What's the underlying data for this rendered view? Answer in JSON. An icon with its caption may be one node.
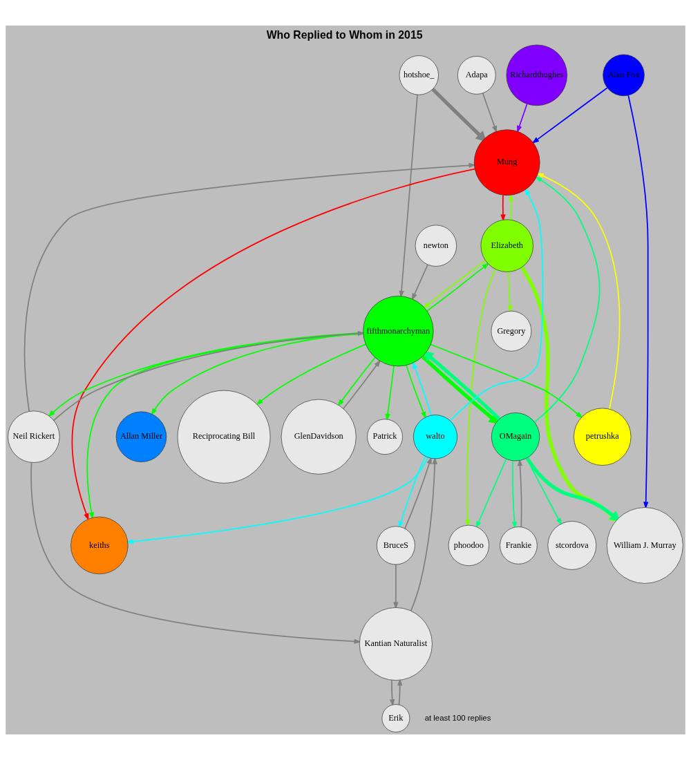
{
  "diagram": {
    "title": "Who Replied to Whom in 2015",
    "caption": "at least 100 replies",
    "nodes": [
      {
        "text": [
          "Richardthughes"
        ]
      },
      {
        "text": [
          "Adapa"
        ]
      },
      {
        "text": [
          "Alan Fox"
        ]
      },
      {
        "text": [
          "Gregory"
        ]
      },
      {
        "text": [
          "hotshoe_"
        ]
      },
      {
        "text": [
          "Reciprocating Bill"
        ]
      },
      {
        "text": [
          "petrushka"
        ]
      },
      {
        "text": [
          "Mung"
        ]
      },
      {
        "text": [
          "William J. Murray"
        ]
      },
      {
        "text": [
          "newton"
        ]
      },
      {
        "text": [
          "Elizabeth"
        ]
      },
      {
        "text": [
          "fifthmonarchyman"
        ]
      },
      {
        "text": [
          "GlenDavidson"
        ]
      },
      {
        "text": [
          "phoodoo"
        ]
      },
      {
        "text": [
          "Patrick"
        ]
      },
      {
        "text": [
          "keiths"
        ]
      },
      {
        "text": [
          "OMagain"
        ]
      },
      {
        "text": [
          "Neil Rickert"
        ]
      },
      {
        "text": [
          "Allan Miller"
        ]
      },
      {
        "text": [
          "walto"
        ]
      },
      {
        "text": [
          "stcordova"
        ]
      },
      {
        "text": [
          "Frankie"
        ]
      },
      {
        "text": [
          "BruceS"
        ]
      },
      {
        "text": [
          "Kantian Naturalist"
        ]
      },
      {
        "text": [
          "Erik"
        ]
      }
    ],
    "edges": [
      {
        "from": 1,
        "to": 7,
        "arrow": "to"
      },
      {
        "from": 0,
        "to": 7,
        "arrow": "to",
        "color": "#7f00ff"
      },
      {
        "from": 2,
        "to": 7,
        "arrow": "to",
        "color": "#0000ff"
      },
      {
        "from": 2,
        "to": 8,
        "arrow": "to",
        "color": "#0000ff"
      },
      {
        "from": 4,
        "to": 7,
        "arrow": "to",
        "style": "thick"
      },
      {
        "from": 4,
        "to": 11,
        "arrow": "to"
      },
      {
        "from": 6,
        "to": 7,
        "arrow": "to",
        "color": "#ffff00"
      },
      {
        "from": 10,
        "to": 3,
        "arrow": "to",
        "color": "#7fff00"
      },
      {
        "from": 10,
        "to": 8,
        "arrow": "to",
        "style": "thick",
        "color": "#7fff00"
      },
      {
        "from": 16,
        "to": 8,
        "arrow": "to",
        "style": "thick",
        "color": "#00ff7f"
      },
      {
        "from": 10,
        "to": 7,
        "arrow": "to",
        "color": "#7fff00"
      },
      {
        "from": 7,
        "to": 10,
        "arrow": "to",
        "color": "#ff0000"
      },
      {
        "from": 10,
        "to": 13,
        "arrow": "to",
        "color": "#7fff00"
      },
      {
        "from": 10,
        "to": 11,
        "arrow": "to",
        "color": "#7fff00"
      },
      {
        "from": 11,
        "to": 10,
        "arrow": "to",
        "color": "#00ff00"
      },
      {
        "from": 16,
        "to": 7,
        "arrow": "to",
        "color": "#00ff7f"
      },
      {
        "from": 16,
        "to": 11,
        "arrow": "to",
        "style": "thick",
        "color": "#00ff7f"
      },
      {
        "from": 11,
        "to": 16,
        "arrow": "to",
        "style": "thick",
        "color": "#00ff00"
      },
      {
        "from": 16,
        "to": 13,
        "arrow": "to",
        "color": "#00ff7f"
      },
      {
        "from": 16,
        "to": 20,
        "arrow": "to",
        "color": "#00ff7f"
      },
      {
        "from": 16,
        "to": 21,
        "arrow": "to",
        "color": "#00ff7f"
      },
      {
        "from": 21,
        "to": 16,
        "arrow": "to"
      },
      {
        "from": 7,
        "to": 15,
        "arrow": "to",
        "color": "#ff0000"
      },
      {
        "from": 19,
        "to": 7,
        "arrow": "to",
        "color": "#00ffff"
      },
      {
        "from": 19,
        "to": 15,
        "arrow": "to",
        "color": "#00ffff"
      },
      {
        "from": 17,
        "to": 7,
        "arrow": "to"
      },
      {
        "from": 17,
        "to": 11,
        "arrow": "to"
      },
      {
        "from": 11,
        "to": 17,
        "arrow": "to",
        "color": "#00ff00"
      },
      {
        "from": 11,
        "to": 15,
        "arrow": "to",
        "color": "#00ff00"
      },
      {
        "from": 11,
        "to": 19,
        "arrow": "to",
        "color": "#00ff00"
      },
      {
        "from": 19,
        "to": 11,
        "arrow": "to",
        "color": "#00ffff"
      },
      {
        "from": 11,
        "to": 6,
        "arrow": "to",
        "color": "#00ff00"
      },
      {
        "from": 11,
        "to": 5,
        "arrow": "to",
        "color": "#00ff00"
      },
      {
        "from": 9,
        "to": 11,
        "arrow": "to"
      },
      {
        "from": 12,
        "to": 11,
        "arrow": "to"
      },
      {
        "from": 11,
        "to": 12,
        "arrow": "to",
        "color": "#00ff00"
      },
      {
        "from": 11,
        "to": 14,
        "arrow": "to",
        "color": "#00ff00"
      },
      {
        "from": 11,
        "to": 18,
        "arrow": "to",
        "color": "#00ff00"
      },
      {
        "from": 19,
        "to": 22,
        "arrow": "to",
        "color": "#00ffff"
      },
      {
        "from": 22,
        "to": 19,
        "arrow": "to"
      },
      {
        "from": 23,
        "to": 19,
        "arrow": "to"
      },
      {
        "from": 17,
        "to": 23,
        "arrow": "to"
      },
      {
        "from": 22,
        "to": 23,
        "arrow": "to"
      },
      {
        "from": 23,
        "to": 24,
        "arrow": "to"
      },
      {
        "from": 24,
        "to": 23,
        "arrow": "to"
      }
    ]
  }
}
